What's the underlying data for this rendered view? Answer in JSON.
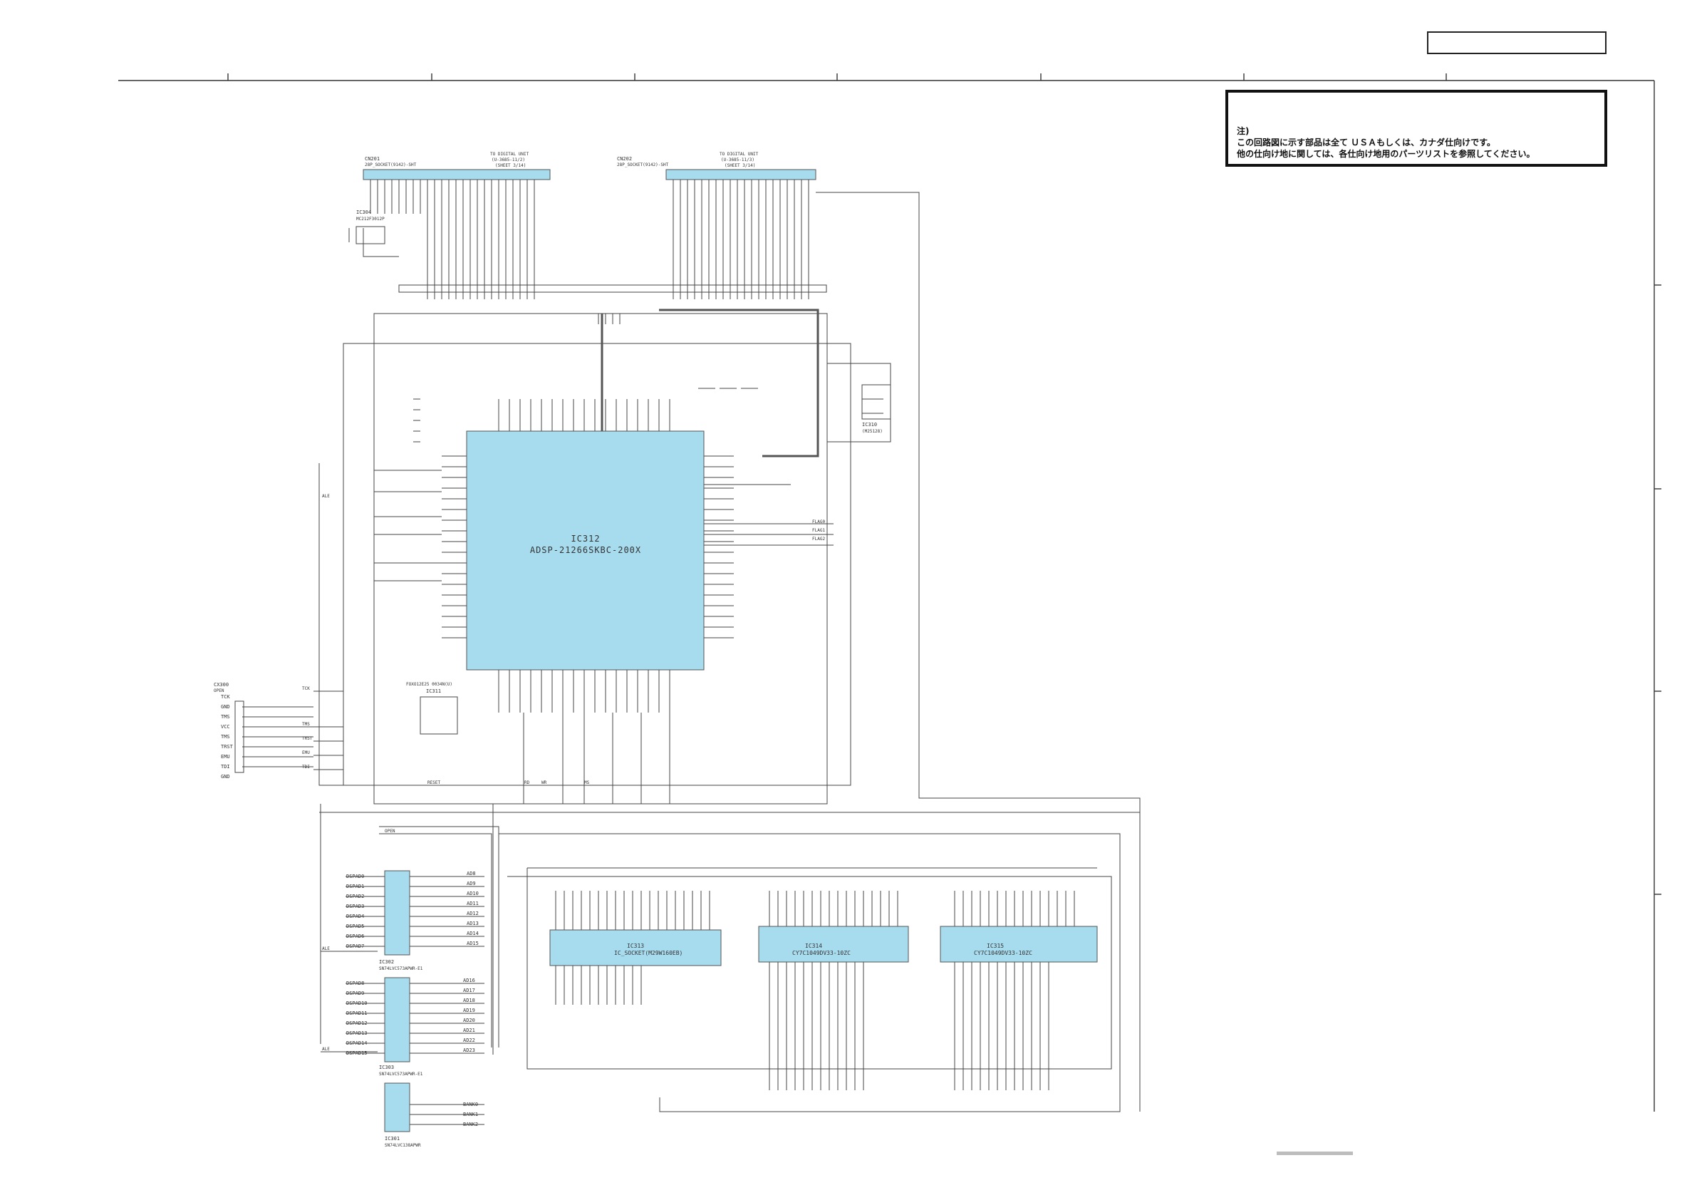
{
  "note": {
    "heading": "注)",
    "line1": "この回路図に示す部品は全て  ＵＳＡもしくは、カナダ仕向けです。",
    "line2": "他の仕向け地に関しては、各仕向け地用のパーツリストを参照してください。"
  },
  "page_box_label": "",
  "ic312": {
    "ref": "IC312",
    "part": "ADSP-21266SKBC-200X",
    "fill": "#a7dcef"
  },
  "ic313": {
    "ref": "IC313",
    "part": "IC_SOCKET(M29W160EB)"
  },
  "ic314": {
    "ref": "IC314",
    "part": "CY7C1049DV33-10ZC"
  },
  "ic315": {
    "ref": "IC315",
    "part": "CY7C1049DV33-10ZC"
  },
  "connectors": {
    "cn201": {
      "ref": "CN201",
      "type": "28P_SOCKET(9142)-SHT",
      "to_label": "TO DIGITAL UNIT",
      "to_sub": "(U-3685-11/2)",
      "sheet": "(SHEET 3/14)"
    },
    "cn202": {
      "ref": "CN202",
      "type": "28P_SOCKET(9142)-SHT",
      "to_label": "TO DIGITAL UNIT",
      "to_sub": "(U-3685-11/3)",
      "sheet": "(SHEET 3/14)"
    },
    "cx300": {
      "ref": "CX300",
      "state": "OPEN"
    }
  },
  "parts": {
    "ic304": "IC304",
    "ic304_part": "MC212F3012P",
    "ic310": "IC310",
    "ic310_part": "(M25128)",
    "ic311": "IC311",
    "ic311_part": "FOXO12E25 0034N(U)",
    "ic301": "IC301",
    "ic301_part": "SN74LVC138APWR",
    "ic302": "IC302",
    "ic302_part": "SN74LVC573APWR-E1",
    "ic303": "IC303",
    "ic303_part": "SN74LVC573APWR-E1"
  },
  "jtag_pins": [
    "TCK",
    "GND",
    "TMS",
    "VCC",
    "TMS",
    "TRST",
    "EMU",
    "TDI",
    "GND"
  ],
  "jtag_nets": [
    "TCK",
    "TMS",
    "TRST",
    "EMU",
    "TDI"
  ],
  "flag_nets": [
    "FLAG0",
    "FLAG1",
    "FLAG2"
  ],
  "address_nets_left": [
    "DSPAD0",
    "DSPAD1",
    "DSPAD2",
    "DSPAD3",
    "DSPAD4",
    "DSPAD5",
    "DSPAD6",
    "DSPAD7"
  ],
  "address_nets_left2": [
    "DSPAD8",
    "DSPAD9",
    "DSPAD10",
    "DSPAD11",
    "DSPAD12",
    "DSPAD13",
    "DSPAD14",
    "DSPAD15"
  ],
  "address_out1": [
    "AD8",
    "AD9",
    "AD10",
    "AD11",
    "AD12",
    "AD13",
    "AD14",
    "AD15"
  ],
  "address_out2": [
    "AD16",
    "AD17",
    "AD18",
    "AD19",
    "AD20",
    "AD21",
    "AD22",
    "AD23"
  ],
  "bank_nets": [
    "BANK0",
    "BANK1",
    "BANK2"
  ],
  "misc_labels": {
    "ale": "ALE",
    "rd": "RD",
    "wr": "WR",
    "ms": "MS",
    "reset": "RESET",
    "open": "OPEN"
  }
}
